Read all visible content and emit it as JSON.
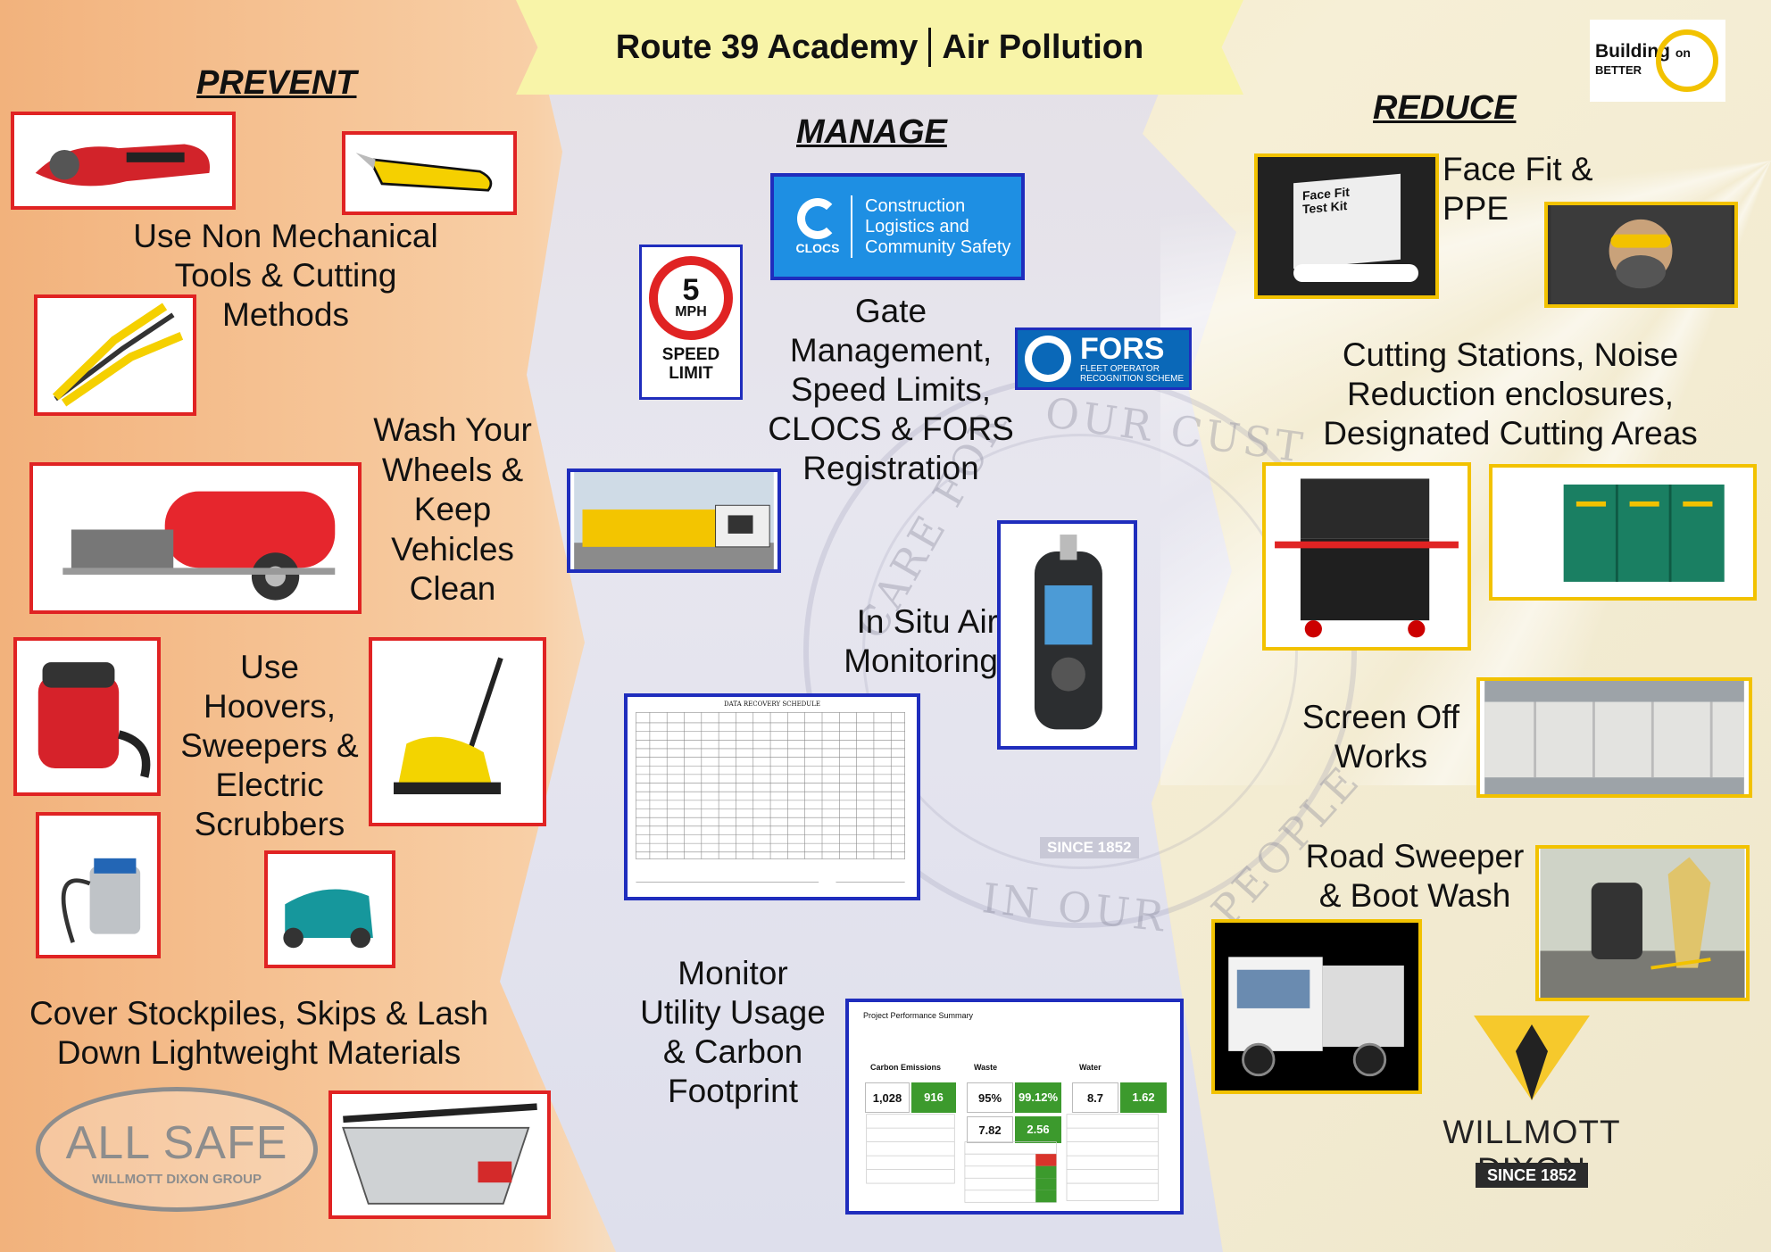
{
  "title": {
    "left": "Route 39 Academy",
    "right": "Air Pollution"
  },
  "sections": {
    "prevent": "PREVENT",
    "manage": "MANAGE",
    "reduce": "REDUCE"
  },
  "prevent": {
    "tools": [
      "Use Non Mechanical",
      "Tools & Cutting",
      "Methods"
    ],
    "wash": [
      "Wash Your",
      "Wheels &",
      "Keep",
      "Vehicles",
      "Clean"
    ],
    "hoovers": [
      "Use",
      "Hoovers,",
      "Sweepers &",
      "Electric",
      "Scrubbers"
    ],
    "cover": [
      "Cover Stockpiles, Skips & Lash",
      "Down Lightweight Materials"
    ]
  },
  "manage": {
    "gate": [
      "Gate",
      "Management,",
      "Speed Limits,",
      "CLOCS & FORS",
      "Registration"
    ],
    "air": [
      "In Situ Air",
      "Monitoring"
    ],
    "utility": [
      "Monitor",
      "Utility Usage",
      "& Carbon",
      "Footprint"
    ],
    "speed_sign": {
      "number": "5",
      "unit": "MPH",
      "line1": "SPEED",
      "line2": "LIMIT"
    },
    "clocs": {
      "mark": "CLOCS",
      "line1": "Construction",
      "line2": "Logistics and",
      "line3": "Community Safety"
    },
    "fors": {
      "name": "FORS",
      "line1": "FLEET OPERATOR",
      "line2": "RECOGNITION SCHEME"
    },
    "schedule_title": "DATA RECOVERY SCHEDULE",
    "performance": {
      "title": "Project Performance Summary",
      "carbon": "Carbon Emissions",
      "carbon_target": "1,028",
      "carbon_perf": "916",
      "waste": "Waste",
      "waste_target": "95%",
      "waste_perf": "99.12%",
      "waste_target2": "7.82",
      "waste_perf2": "2.56",
      "water": "Water",
      "water_target": "8.7",
      "water_perf": "1.62"
    }
  },
  "reduce": {
    "facefit": [
      "Face Fit &",
      "PPE"
    ],
    "kit_label": [
      "Face Fit",
      "Test Kit"
    ],
    "cutting": [
      "Cutting Stations, Noise",
      "Reduction enclosures,",
      "Designated Cutting Areas"
    ],
    "screen": [
      "Screen Off",
      "Works"
    ],
    "sweeper": [
      "Road Sweeper",
      "& Boot Wash"
    ]
  },
  "logos": {
    "boo_line1": "Building",
    "boo_on": "on",
    "boo_line2": "BETTER",
    "wd_name": "WILLMOTT DIXON",
    "wd_since": "SINCE 1852",
    "allsafe_name": "ALL SAFE",
    "allsafe_sub": "WILLMOTT DIXON GROUP"
  },
  "watermark": {
    "top": "OUR CUST",
    "left": "CARE FOR",
    "bottom": "IN OUR",
    "right": "PEOPLE",
    "since": "SINCE 1852"
  },
  "colors": {
    "prevent_border": "#e02323",
    "manage_border": "#1f2dbd",
    "reduce_border": "#f2c200",
    "title_banner": "#f8f4a8"
  }
}
